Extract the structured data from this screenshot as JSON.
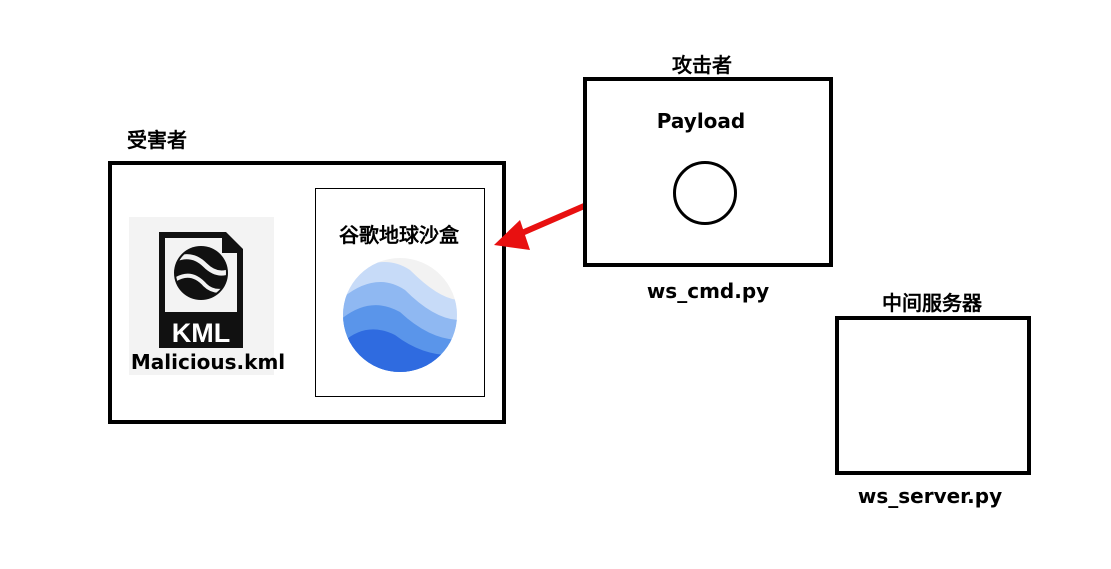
{
  "victim": {
    "label": "受害者",
    "file_name": "Malicious.kml",
    "file_icon_text": "KML",
    "sandbox_label": "谷歌地球沙盒"
  },
  "attacker": {
    "label": "攻击者",
    "payload_label": "Payload",
    "script_name": "ws_cmd.py"
  },
  "server": {
    "label": "中间服务器",
    "script_name": "ws_server.py"
  },
  "colors": {
    "arrow": "#e81010",
    "globe_dark": "#2f6be0",
    "globe_light": "#c9dcf8"
  }
}
